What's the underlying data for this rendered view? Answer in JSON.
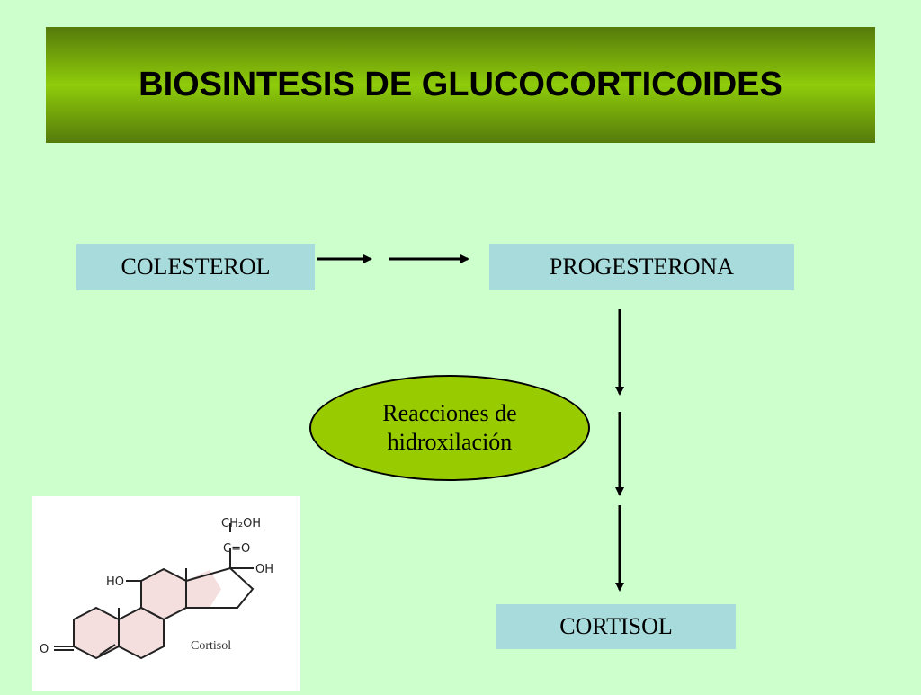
{
  "title": "BIOSINTESIS DE GLUCOCORTICOIDES",
  "nodes": {
    "colesterol": "COLESTEROL",
    "progesterona": "PROGESTERONA",
    "cortisol": "CORTISOL"
  },
  "process": {
    "line1": "Reacciones de",
    "line2": "hidroxilación"
  },
  "molecule": {
    "group_top": "CH₂OH",
    "group_co": "C=O",
    "group_oh_right": "OH",
    "group_ho_left": "HO",
    "ketone": "O",
    "caption": "Cortisol"
  },
  "colors": {
    "background": "#ccffcc",
    "title_gradient_dark": "#557a0b",
    "title_gradient_light": "#8fcc0a",
    "box_fill": "#a8dcdc",
    "ellipse_fill": "#99cc00"
  }
}
